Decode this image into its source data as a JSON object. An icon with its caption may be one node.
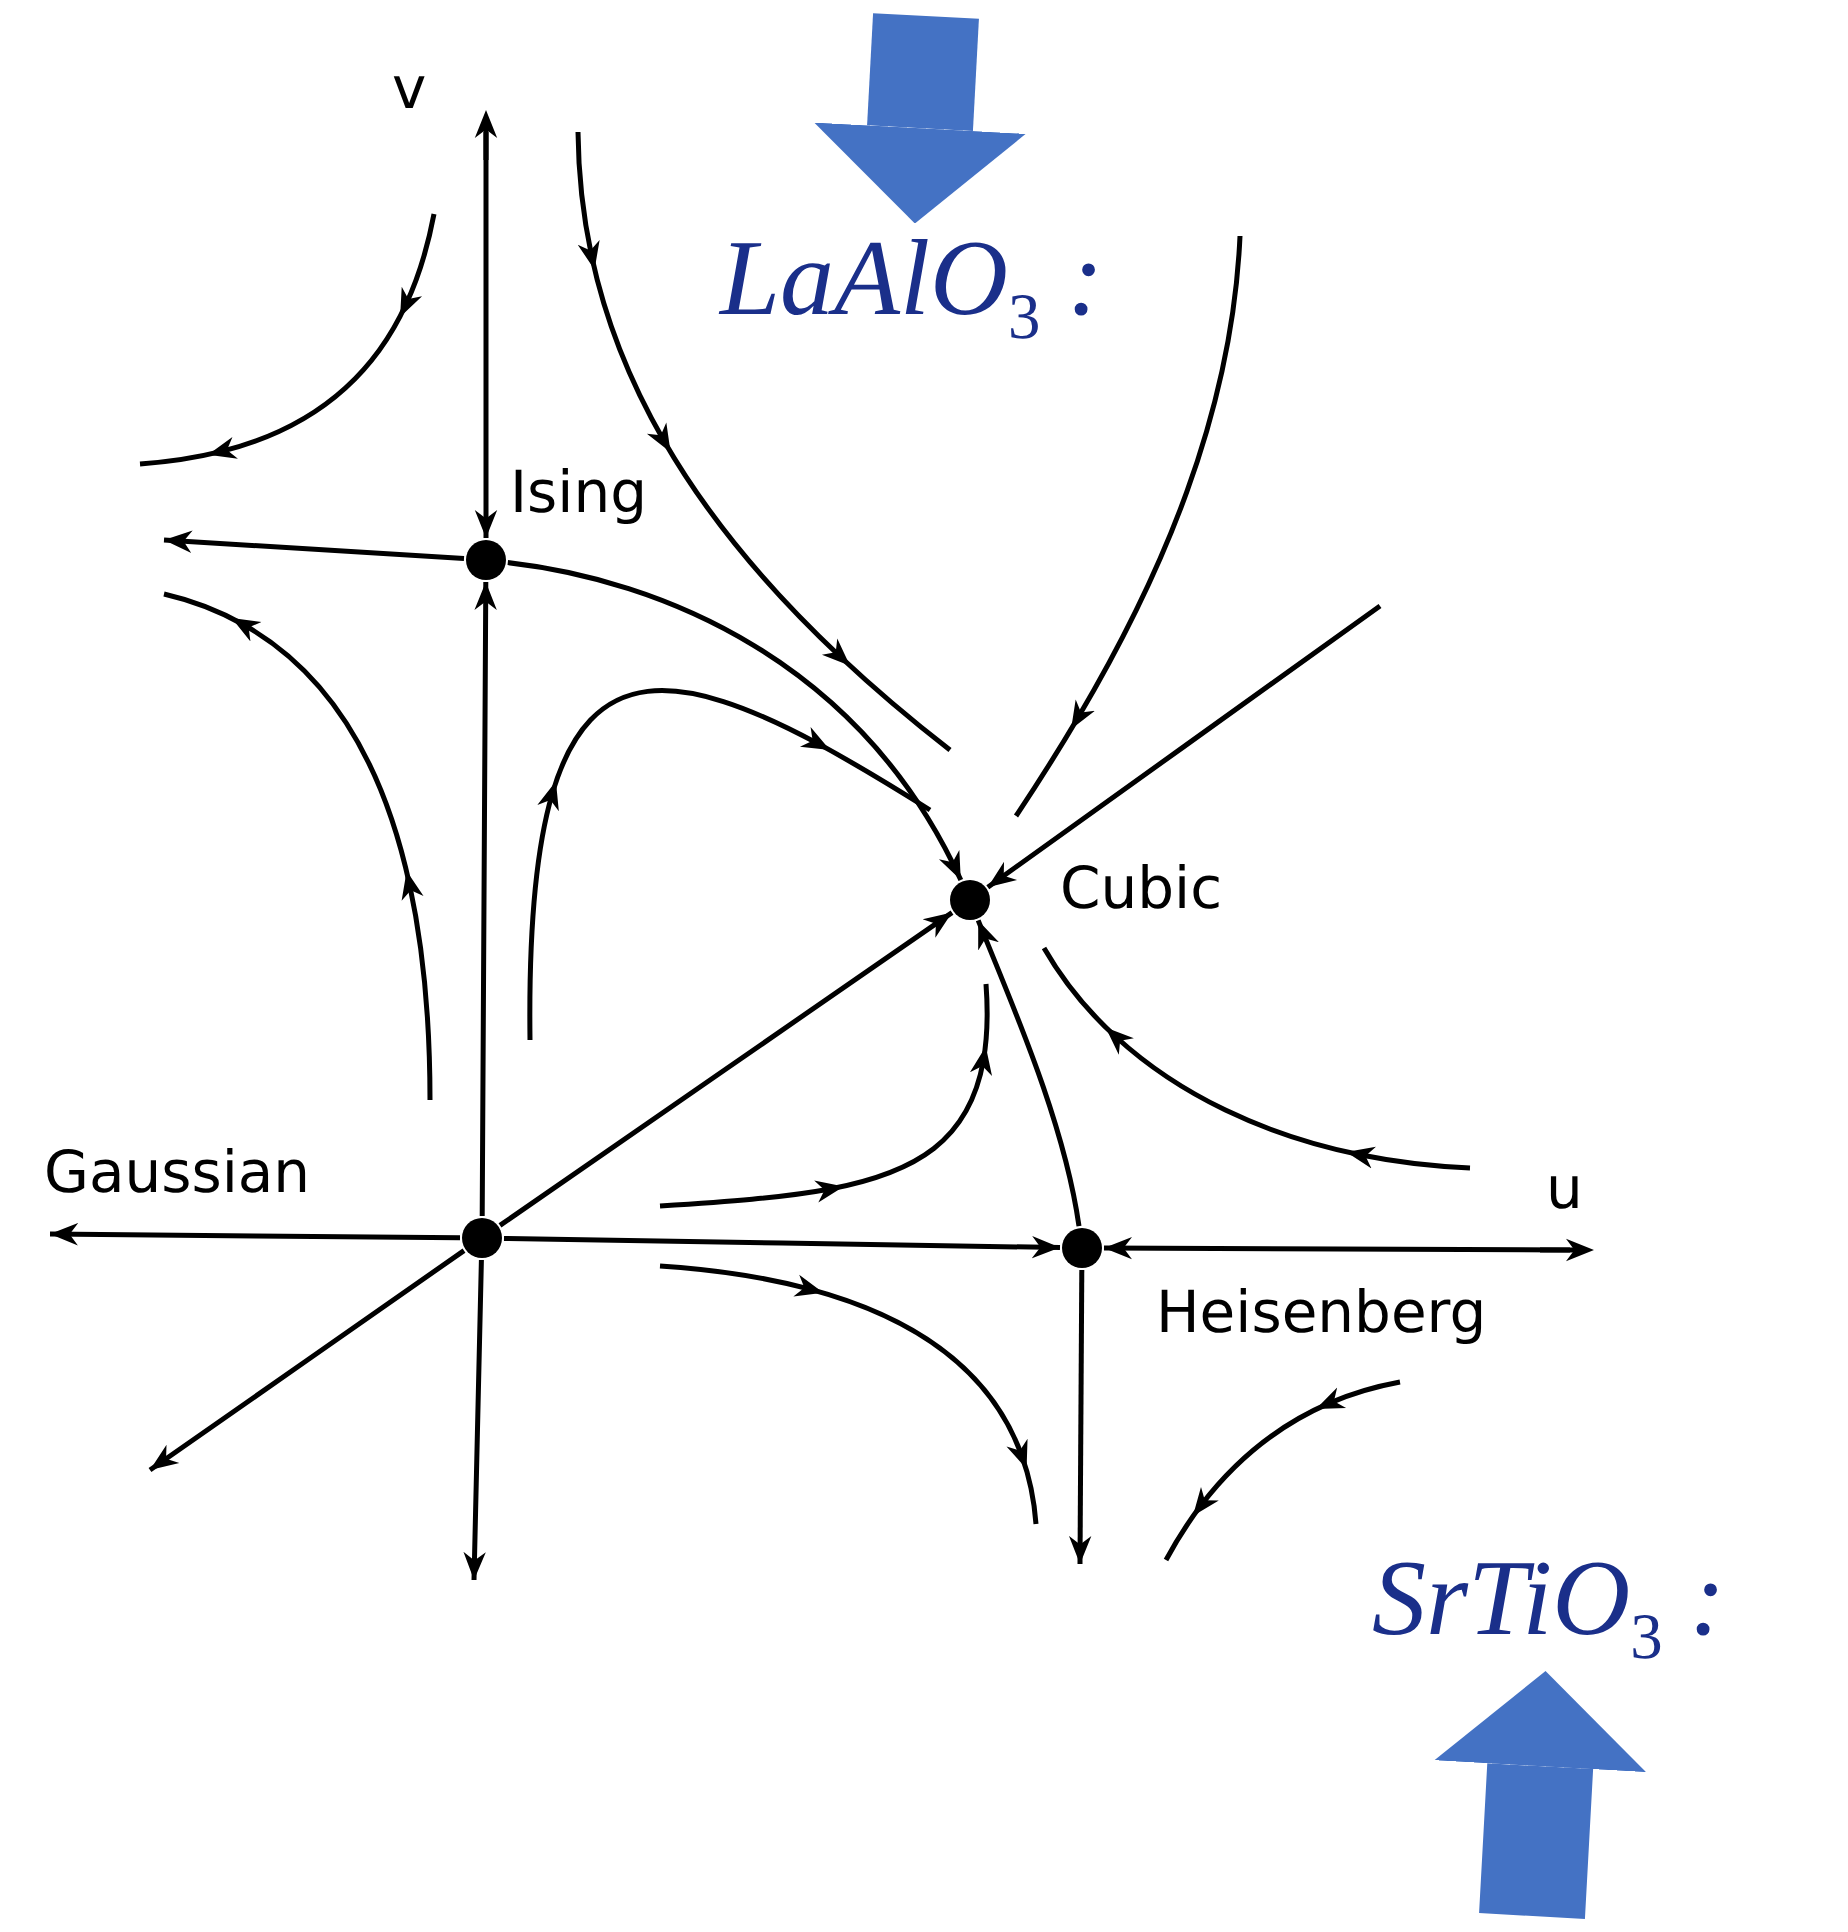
{
  "diagram": {
    "nodes": [
      {
        "text": [
          "LaAlO$_{3}$ :"
        ]
      },
      {
        "text": [],
        "shape": "circle",
        "beside": [
          "Ising"
        ]
      },
      {
        "text": [],
        "shape": "circle",
        "beside": [
          "Cubic"
        ]
      },
      {
        "text": [],
        "shape": "circle",
        "beside": [
          "Gaussian"
        ]
      },
      {
        "text": [],
        "shape": "circle",
        "beside": [
          "Heisenberg"
        ]
      },
      {
        "text": [
          "SrTiO$_{3}$ :"
        ]
      }
    ],
    "edges": [
      {
        "from": null,
        "to": 0,
        "arrow": "to",
        "style": "thick",
        "color": "#4472c4"
      },
      {
        "from": null,
        "to": 5,
        "arrow": "to",
        "style": "thick",
        "color": "#4472c4"
      },
      {
        "from": null,
        "to": 1,
        "arrow": "to"
      },
      {
        "from": 1,
        "to": null,
        "arrow": "to"
      },
      {
        "from": 1,
        "to": 2,
        "arrow": "to"
      },
      {
        "from": 3,
        "to": 1,
        "arrow": "to"
      },
      {
        "from": 3,
        "to": null,
        "arrow": "to"
      },
      {
        "from": 3,
        "to": null,
        "arrow": "to"
      },
      {
        "from": 3,
        "to": null,
        "arrow": "to"
      },
      {
        "from": 3,
        "to": 2,
        "arrow": "to"
      },
      {
        "from": 3,
        "to": 4,
        "arrow": "to"
      },
      {
        "from": null,
        "to": 2,
        "arrow": "to"
      },
      {
        "from": 4,
        "to": 2,
        "arrow": "to"
      },
      {
        "from": null,
        "to": 4,
        "arrow": "to"
      },
      {
        "from": 4,
        "to": null,
        "arrow": "to"
      }
    ],
    "labels": [
      "v",
      "u"
    ]
  }
}
